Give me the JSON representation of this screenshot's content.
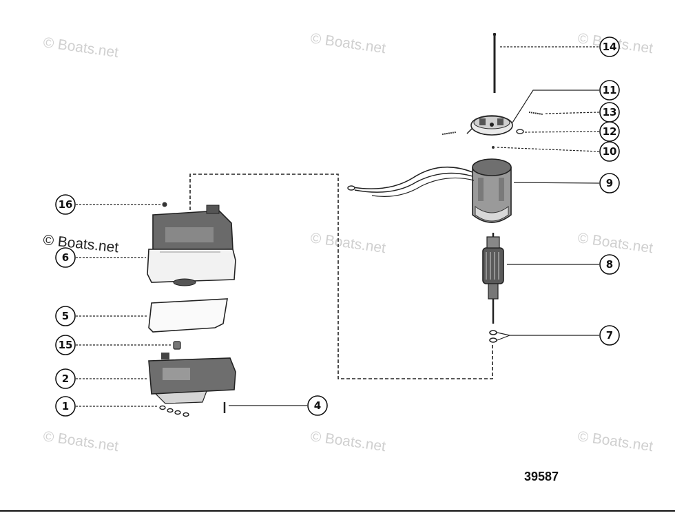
{
  "callouts": {
    "c14": "14",
    "c11": "11",
    "c13": "13",
    "c12": "12",
    "c10": "10",
    "c9": "9",
    "c8": "8",
    "c7": "7",
    "c16": "16",
    "c6": "6",
    "c5": "5",
    "c15": "15",
    "c2": "2",
    "c1": "1",
    "c4": "4"
  },
  "watermark": "© Boats.net",
  "figure_number": "39587"
}
